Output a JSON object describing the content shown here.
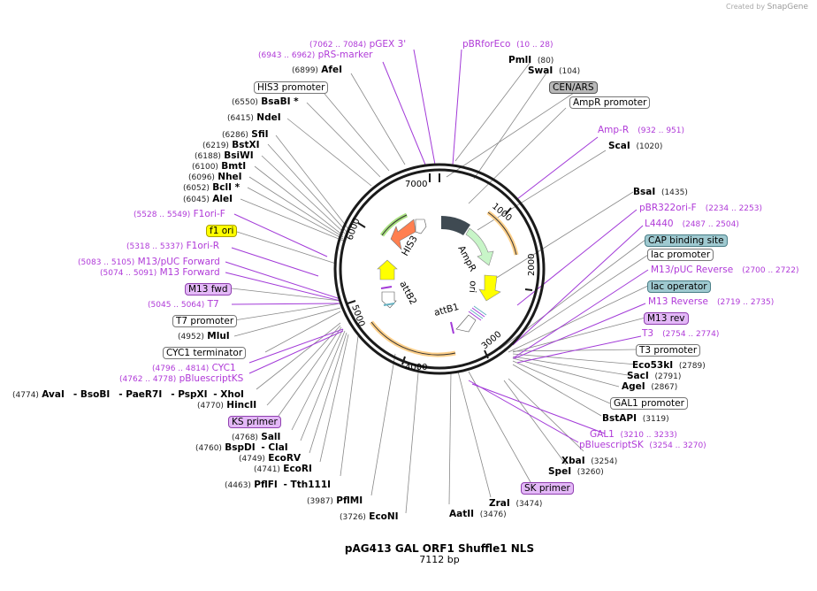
{
  "credit": {
    "prefix": "Created by",
    "brand": "SnapGene"
  },
  "plasmid": {
    "name": "pAG413 GAL ORF1 Shuffle1 NLS",
    "length": "7112 bp"
  },
  "ring_ticks": [
    "1000",
    "2000",
    "3000",
    "4000",
    "5000",
    "6000",
    "7000"
  ],
  "features_inner": [
    {
      "name": "HIS3",
      "color": "#ff7f50"
    },
    {
      "name": "AmpR",
      "color": "#c8f5c8"
    },
    {
      "name": "ori",
      "color": "#ffff00"
    },
    {
      "name": "attB1",
      "color": "#ffffff"
    },
    {
      "name": "attB2",
      "color": "#ffffff"
    },
    {
      "name": "CEN/ARS",
      "color": "#3f4a52"
    }
  ],
  "labels": {
    "pGEX3": {
      "range": "(7062 .. 7084)",
      "name": "pGEX 3'"
    },
    "pRSmarker": {
      "range": "(6943 .. 6962)",
      "name": "pRS-marker"
    },
    "AfeI": {
      "pos": "(6899)",
      "name": "AfeI"
    },
    "HIS3prom": {
      "name": "HIS3 promoter"
    },
    "BsaBI": {
      "pos": "(6550)",
      "name": "BsaBI *"
    },
    "NdeI": {
      "pos": "(6415)",
      "name": "NdeI"
    },
    "SfiI": {
      "pos": "(6286)",
      "name": "SfiI"
    },
    "BstXI": {
      "pos": "(6219)",
      "name": "BstXI"
    },
    "BsiWI": {
      "pos": "(6188)",
      "name": "BsiWI"
    },
    "BmtI": {
      "pos": "(6100)",
      "name": "BmtI"
    },
    "NheI": {
      "pos": "(6096)",
      "name": "NheI"
    },
    "BclI": {
      "pos": "(6052)",
      "name": "BclI *"
    },
    "AleI": {
      "pos": "(6045)",
      "name": "AleI"
    },
    "F1oriF": {
      "range": "(5528 .. 5549)",
      "name": "F1ori-F"
    },
    "f1ori": {
      "name": "f1 ori"
    },
    "F1oriR": {
      "range": "(5318 .. 5337)",
      "name": "F1ori-R"
    },
    "M13pUCF": {
      "range": "(5083 .. 5105)",
      "name": "M13/pUC Forward"
    },
    "M13F": {
      "range": "(5074 .. 5091)",
      "name": "M13 Forward"
    },
    "M13fwd": {
      "name": "M13 fwd"
    },
    "T7": {
      "range": "(5045 .. 5064)",
      "name": "T7"
    },
    "T7prom": {
      "name": "T7 promoter"
    },
    "MluI": {
      "pos": "(4952)",
      "name": "MluI"
    },
    "CYC1term": {
      "name": "CYC1 terminator"
    },
    "CYC1": {
      "range": "(4796 .. 4814)",
      "name": "CYC1"
    },
    "pBSKS": {
      "range": "(4762 .. 4778)",
      "name": "pBluescriptKS"
    },
    "AvaI": {
      "pos": "(4774)",
      "name": "AvaI",
      "others": [
        "- BsoBI",
        "- PaeR7I",
        "- PspXI",
        "- XhoI"
      ]
    },
    "HincII": {
      "pos": "(4770)",
      "name": "HincII"
    },
    "KSprimer": {
      "name": "KS primer"
    },
    "SalI": {
      "pos": "(4768)",
      "name": "SalI"
    },
    "BspDI": {
      "pos": "(4760)",
      "name": "BspDI",
      "other": "- ClaI"
    },
    "EcoRV": {
      "pos": "(4749)",
      "name": "EcoRV"
    },
    "EcoRI": {
      "pos": "(4741)",
      "name": "EcoRI"
    },
    "PflFI": {
      "pos": "(4463)",
      "name": "PflFI",
      "other": "- Tth111I"
    },
    "PflMI": {
      "pos": "(3987)",
      "name": "PflMI"
    },
    "EcoNI": {
      "pos": "(3726)",
      "name": "EcoNI"
    },
    "AatII": {
      "pos": "(3476)",
      "name": "AatII"
    },
    "ZraI": {
      "pos": "(3474)",
      "name": "ZraI"
    },
    "SKprimer": {
      "name": "SK primer"
    },
    "SpeI": {
      "pos": "(3260)",
      "name": "SpeI"
    },
    "XbaI": {
      "pos": "(3254)",
      "name": "XbaI"
    },
    "pBSSK": {
      "range": "(3254 .. 3270)",
      "name": "pBluescriptSK"
    },
    "GAL1": {
      "range": "(3210 .. 3233)",
      "name": "GAL1"
    },
    "BstAPI": {
      "pos": "(3119)",
      "name": "BstAPI"
    },
    "GAL1prom": {
      "name": "GAL1 promoter"
    },
    "AgeI": {
      "pos": "(2867)",
      "name": "AgeI"
    },
    "SacI": {
      "pos": "(2791)",
      "name": "SacI"
    },
    "Eco53kI": {
      "pos": "(2789)",
      "name": "Eco53kI"
    },
    "T3prom": {
      "name": "T3 promoter"
    },
    "T3": {
      "range": "(2754 .. 2774)",
      "name": "T3"
    },
    "M13rev": {
      "name": "M13 rev"
    },
    "M13R": {
      "range": "(2719 .. 2735)",
      "name": "M13 Reverse"
    },
    "lacop": {
      "name": "lac operator"
    },
    "M13pUCR": {
      "range": "(2700 .. 2722)",
      "name": "M13/pUC Reverse"
    },
    "lacprom": {
      "name": "lac promoter"
    },
    "CAP": {
      "name": "CAP binding site"
    },
    "L4440": {
      "range": "(2487 .. 2504)",
      "name": "L4440"
    },
    "pBR322oriF": {
      "range": "(2234 .. 2253)",
      "name": "pBR322ori-F"
    },
    "BsaI": {
      "pos": "(1435)",
      "name": "BsaI"
    },
    "ScaI": {
      "pos": "(1020)",
      "name": "ScaI"
    },
    "AmpR_p": {
      "range": "(932 .. 951)",
      "name": "Amp-R"
    },
    "AmpRprom": {
      "name": "AmpR promoter"
    },
    "CENARS": {
      "name": "CEN/ARS"
    },
    "SwaI": {
      "pos": "(104)",
      "name": "SwaI"
    },
    "PmlI": {
      "pos": "(80)",
      "name": "PmlI"
    },
    "pBRforEco": {
      "range": "(10 .. 28)",
      "name": "pBRforEco"
    }
  }
}
